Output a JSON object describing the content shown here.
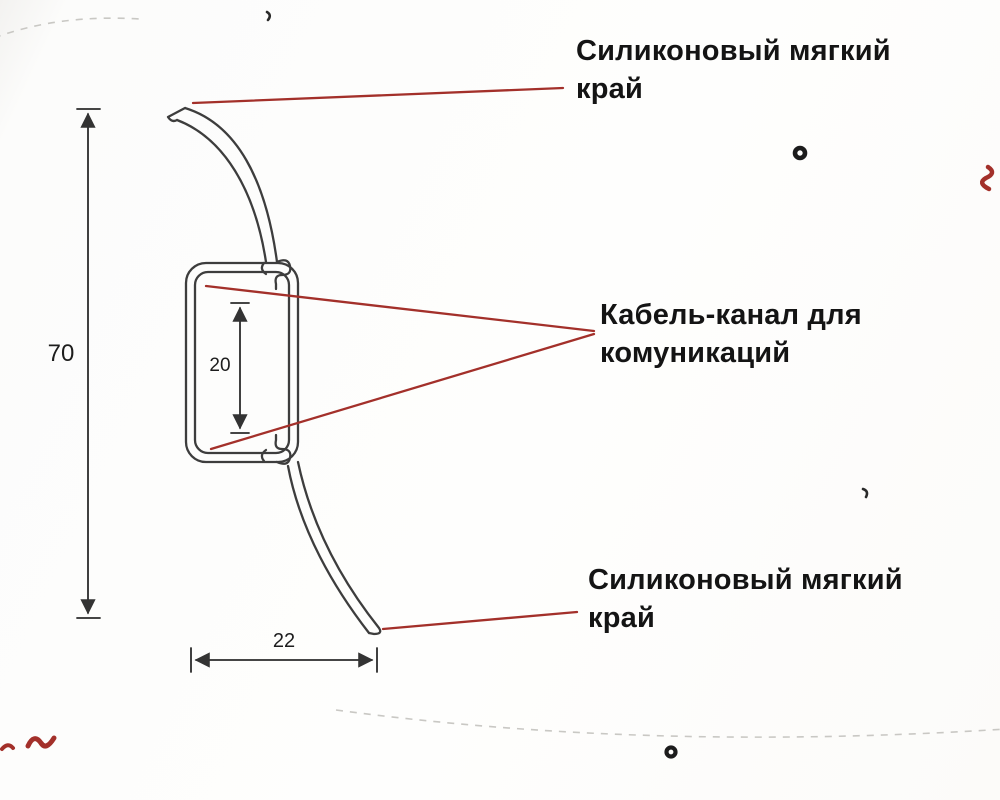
{
  "colors": {
    "annotation_red": "#A3302A",
    "outline_dark": "#3d3d3d",
    "dim_dark": "#2b2b2b",
    "text_dark": "#141414",
    "background": "#fdfdfc"
  },
  "diagram": {
    "labels": {
      "top_edge": "Силиконовый мягкий\nкрай",
      "cable_channel": "Кабель-канал для\nкомуникаций",
      "bottom_edge": "Силиконовый мягкий\nкрай"
    },
    "dimensions": {
      "height_total": "70",
      "channel_height": "20",
      "width_bottom": "22"
    }
  }
}
